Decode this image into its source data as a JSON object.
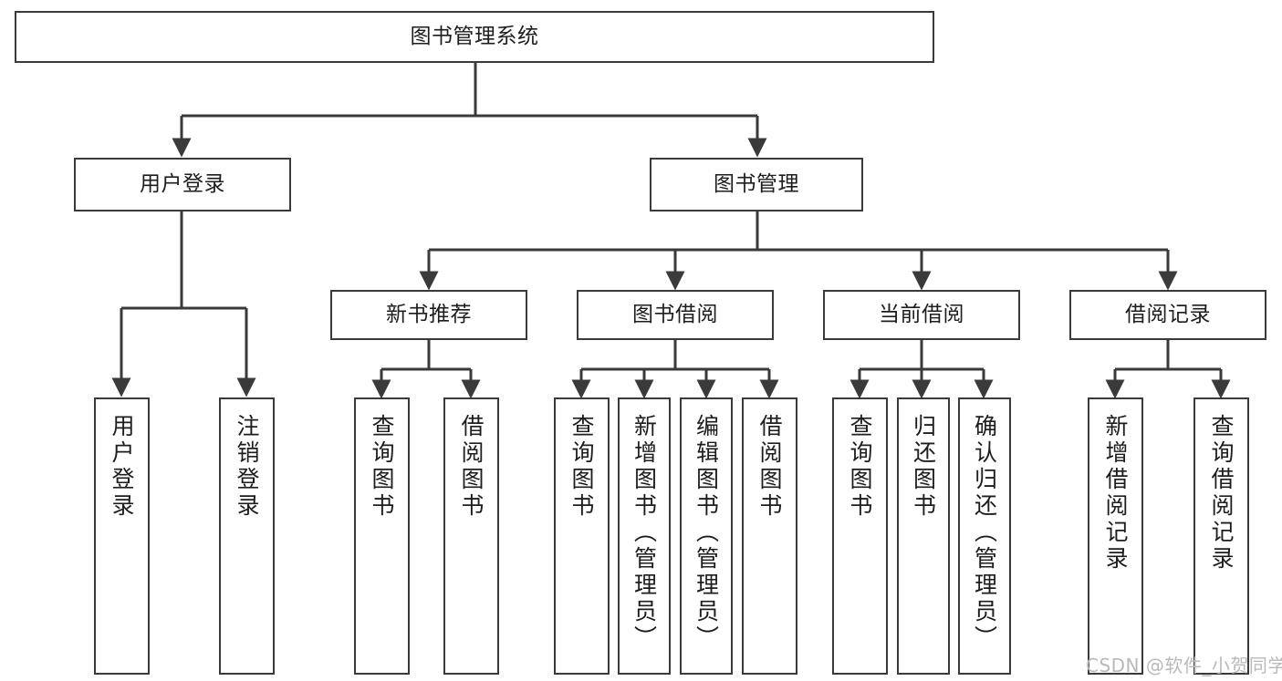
{
  "diagram": {
    "type": "tree",
    "title": "图书管理系统",
    "root": {
      "label": "图书管理系统"
    },
    "level2": [
      {
        "label": "用户登录"
      },
      {
        "label": "图书管理"
      }
    ],
    "level3": [
      {
        "label": "新书推荐"
      },
      {
        "label": "图书借阅"
      },
      {
        "label": "当前借阅"
      },
      {
        "label": "借阅记录"
      }
    ],
    "leaves": {
      "user_login": [
        {
          "label": "用户登录"
        },
        {
          "label": "注销登录"
        }
      ],
      "new_book_recommend": [
        {
          "label": "查询图书"
        },
        {
          "label": "借阅图书"
        }
      ],
      "book_borrow": [
        {
          "label": "查询图书"
        },
        {
          "label": "新增图书（管理员）"
        },
        {
          "label": "编辑图书（管理员）"
        },
        {
          "label": "借阅图书"
        }
      ],
      "current_borrow": [
        {
          "label": "查询图书"
        },
        {
          "label": "归还图书"
        },
        {
          "label": "确认归还（管理员）"
        }
      ],
      "borrow_record": [
        {
          "label": "新增借阅记录"
        },
        {
          "label": "查询借阅记录"
        }
      ]
    },
    "watermark": "CSDN @软件_小贺同学",
    "colors": {
      "stroke": "#3a3a3a",
      "fill": "#ffffff",
      "text": "#1d1d1d",
      "watermark": "#b9b9b9"
    }
  }
}
